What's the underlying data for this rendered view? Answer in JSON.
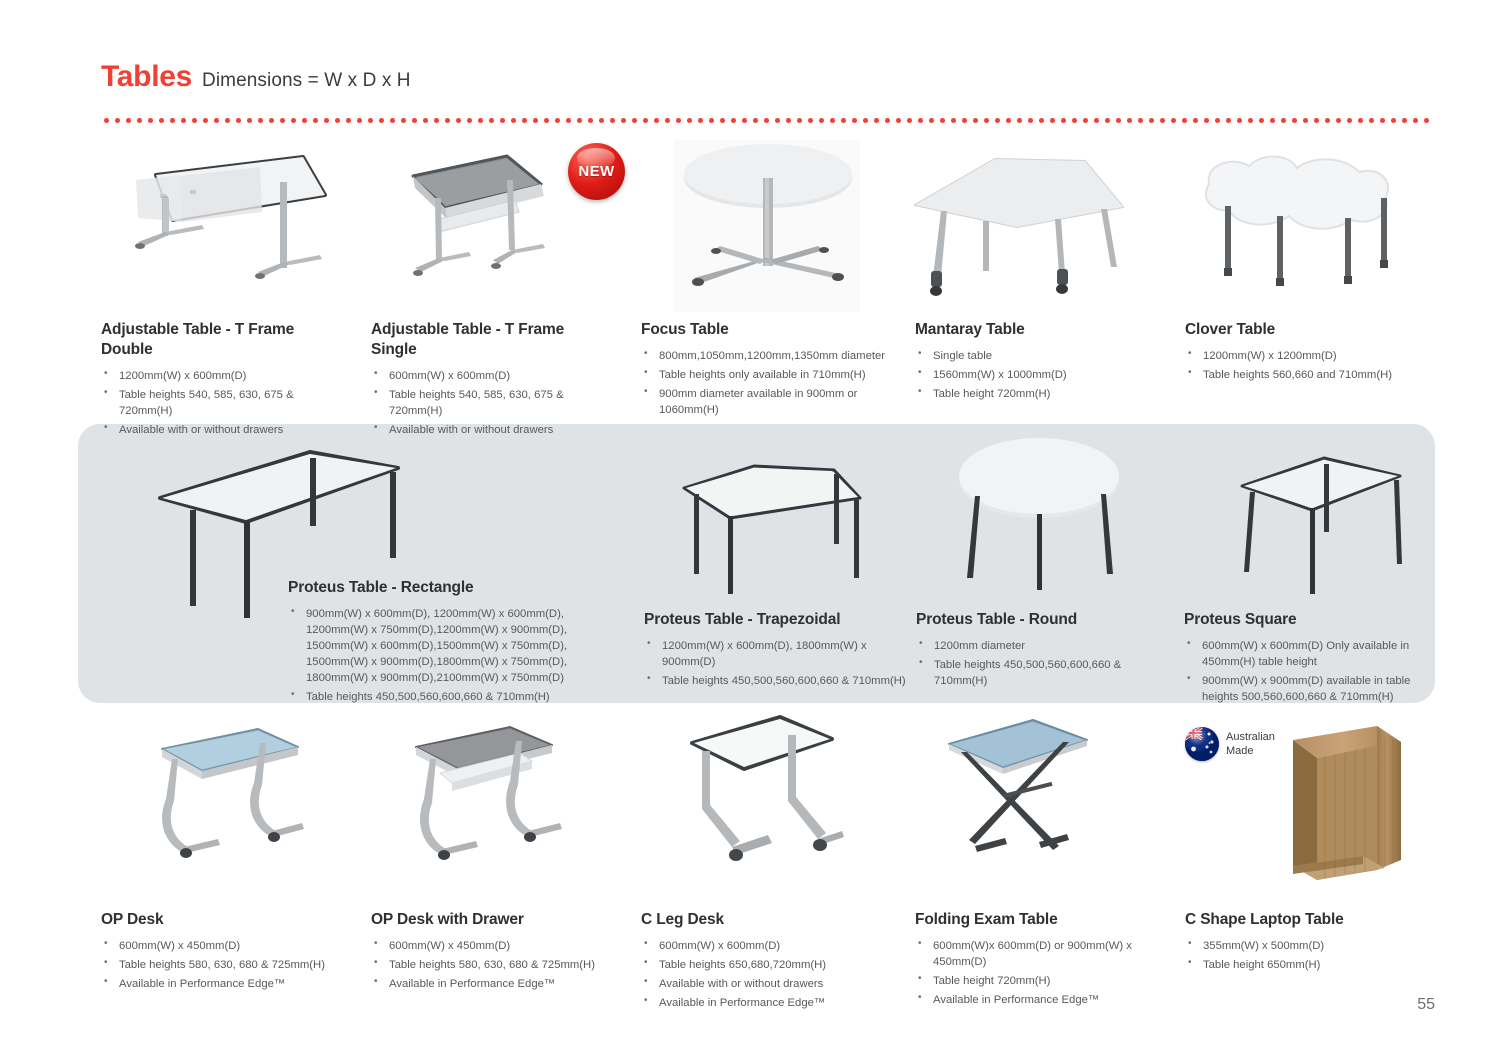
{
  "header": {
    "title": "Tables",
    "subtitle": "Dimensions = W x D x H",
    "accent_color": "#ef4136"
  },
  "badges": {
    "new_label": "NEW",
    "australian_made_line1": "Australian",
    "australian_made_line2": "Made"
  },
  "page_number": "55",
  "panel_color": "#dfe3e6",
  "rows": [
    {
      "id": "row-1",
      "products": [
        {
          "name": "adjustable-table-t-frame-double",
          "title": "Adjustable Table - T Frame Double",
          "image_icon": "t-frame-double-table-image",
          "bullets": [
            "1200mm(W) x 600mm(D)",
            "Table heights 540, 585, 630, 675 & 720mm(H)",
            "Available with or without drawers"
          ]
        },
        {
          "name": "adjustable-table-t-frame-single",
          "title": "Adjustable Table - T Frame Single",
          "image_icon": "t-frame-single-table-image",
          "bullets": [
            "600mm(W) x 600mm(D)",
            "Table heights 540, 585, 630, 675 & 720mm(H)",
            "Available with or without drawers"
          ]
        },
        {
          "name": "focus-table",
          "title": "Focus Table",
          "image_icon": "focus-table-image",
          "bullets": [
            "800mm,1050mm,1200mm,1350mm diameter",
            "Table heights only available in 710mm(H)",
            "900mm diameter available in 900mm or 1060mm(H)"
          ]
        },
        {
          "name": "mantaray-table",
          "title": "Mantaray Table",
          "image_icon": "mantaray-table-image",
          "bullets": [
            "Single table",
            "1560mm(W) x 1000mm(D)",
            "Table height 720mm(H)"
          ]
        },
        {
          "name": "clover-table",
          "title": "Clover Table",
          "image_icon": "clover-table-image",
          "bullets": [
            "1200mm(W) x 1200mm(D)",
            "Table heights 560,660 and 710mm(H)"
          ]
        }
      ]
    },
    {
      "id": "row-2",
      "products": [
        {
          "name": "proteus-table-rectangle",
          "title": "Proteus Table - Rectangle",
          "image_icon": "proteus-rectangle-table-image",
          "bullets": [
            "900mm(W) x 600mm(D), 1200mm(W) x 600mm(D), 1200mm(W) x 750mm(D),1200mm(W) x 900mm(D), 1500mm(W) x 600mm(D),1500mm(W) x 750mm(D), 1500mm(W) x 900mm(D),1800mm(W) x 750mm(D), 1800mm(W) x 900mm(D),2100mm(W) x 750mm(D)",
            "Table heights 450,500,560,600,660 & 710mm(H)"
          ]
        },
        {
          "name": "proteus-table-trapezoidal",
          "title": "Proteus Table - Trapezoidal",
          "image_icon": "proteus-trapezoidal-table-image",
          "bullets": [
            "1200mm(W) x 600mm(D), 1800mm(W) x 900mm(D)",
            "Table heights 450,500,560,600,660 & 710mm(H)"
          ]
        },
        {
          "name": "proteus-table-round",
          "title": "Proteus Table - Round",
          "image_icon": "proteus-round-table-image",
          "bullets": [
            "1200mm diameter",
            "Table heights 450,500,560,600,660 & 710mm(H)"
          ]
        },
        {
          "name": "proteus-square",
          "title": "Proteus Square",
          "image_icon": "proteus-square-table-image",
          "bullets": [
            "600mm(W) x 600mm(D) Only available in 450mm(H) table height",
            "900mm(W) x 900mm(D) available in table heights 500,560,600,660 & 710mm(H)"
          ]
        }
      ]
    },
    {
      "id": "row-3",
      "products": [
        {
          "name": "op-desk",
          "title": "OP Desk",
          "image_icon": "op-desk-image",
          "bullets": [
            "600mm(W) x 450mm(D)",
            "Table heights 580, 630, 680 & 725mm(H)",
            "Available in Performance Edge™"
          ]
        },
        {
          "name": "op-desk-with-drawer",
          "title": "OP Desk with Drawer",
          "image_icon": "op-desk-with-drawer-image",
          "bullets": [
            "600mm(W) x 450mm(D)",
            "Table heights 580, 630, 680 & 725mm(H)",
            "Available in Performance Edge™"
          ]
        },
        {
          "name": "c-leg-desk",
          "title": "C Leg Desk",
          "image_icon": "c-leg-desk-image",
          "bullets": [
            "600mm(W) x 600mm(D)",
            "Table heights 650,680,720mm(H)",
            "Available with or without drawers",
            "Available in Performance Edge™"
          ]
        },
        {
          "name": "folding-exam-table",
          "title": "Folding Exam Table",
          "image_icon": "folding-exam-table-image",
          "bullets": [
            "600mm(W)x 600mm(D) or 900mm(W) x 450mm(D)",
            "Table height 720mm(H)",
            "Available in Performance Edge™"
          ]
        },
        {
          "name": "c-shape-laptop-table",
          "title": "C Shape Laptop Table",
          "image_icon": "c-shape-laptop-table-image",
          "bullets": [
            "355mm(W) x 500mm(D)",
            "Table height 650mm(H)"
          ]
        }
      ]
    }
  ]
}
